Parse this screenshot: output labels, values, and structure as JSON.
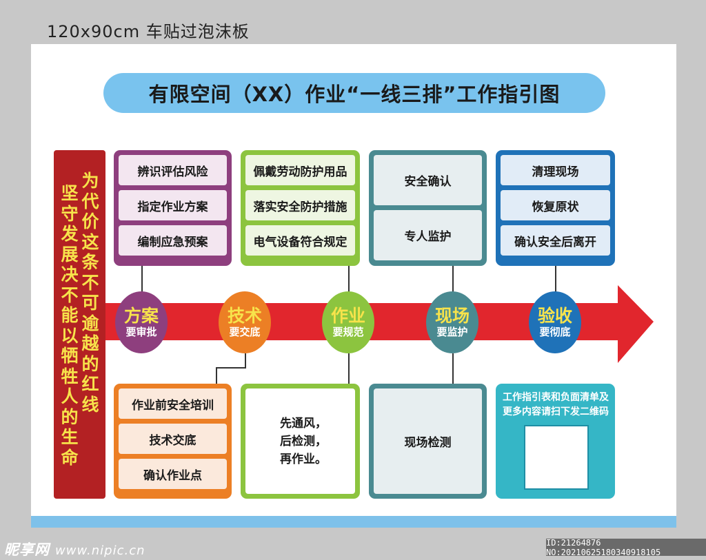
{
  "caption": "120x90cm  车贴过泡沫板",
  "title": "有限空间（XX）作业“一线三排”工作指引图",
  "slogan": {
    "right": "为代价这条不可逾越的红线",
    "left": "坚守发展决不能以牺牲人的生命"
  },
  "colors": {
    "purple": "#8e3f7e",
    "orange": "#ec7f25",
    "green": "#8cc43f",
    "teal": "#4a8a91",
    "blue": "#1f72b8",
    "red_arrow": "#e1262d",
    "slogan_bg": "#b32123"
  },
  "stages": [
    {
      "big": "方案",
      "small": "要审批",
      "top": [
        "辨识评估风险",
        "指定作业方案",
        "编制应急预案"
      ],
      "bottom": [
        "作业前安全培训",
        "技术交底",
        "确认作业点"
      ]
    },
    {
      "big": "技术",
      "small": "要交底",
      "top": [],
      "bottom": []
    },
    {
      "big": "作业",
      "small": "要规范",
      "top": [
        "佩戴劳动防护用品",
        "落实安全防护措施",
        "电气设备符合规定"
      ],
      "bottom_text": [
        "先通风，",
        "后检测，",
        "再作业。"
      ]
    },
    {
      "big": "现场",
      "small": "要监护",
      "top": [
        "安全确认",
        "专人监护"
      ],
      "bottom": [
        "现场检测"
      ]
    },
    {
      "big": "验收",
      "small": "要彻底",
      "top": [
        "清理现场",
        "恢复原状",
        "确认安全后离开"
      ],
      "qr_text": [
        "工作指引表和负面清单及",
        "更多内容请扫下发二维码"
      ]
    }
  ],
  "watermark": {
    "brand": "昵享网",
    "url": "www.nipic.cn",
    "id": "ID:21264876 NO:20210625180340918105"
  }
}
